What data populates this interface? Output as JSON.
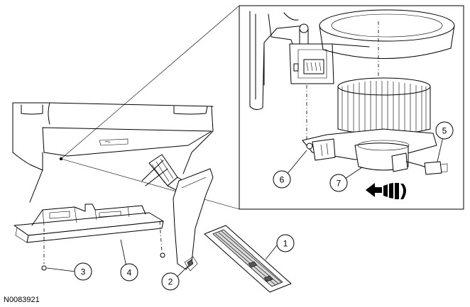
{
  "figure": {
    "reference_code": "N0083921",
    "callouts": [
      "1",
      "2",
      "3",
      "4",
      "5",
      "6",
      "7"
    ]
  }
}
